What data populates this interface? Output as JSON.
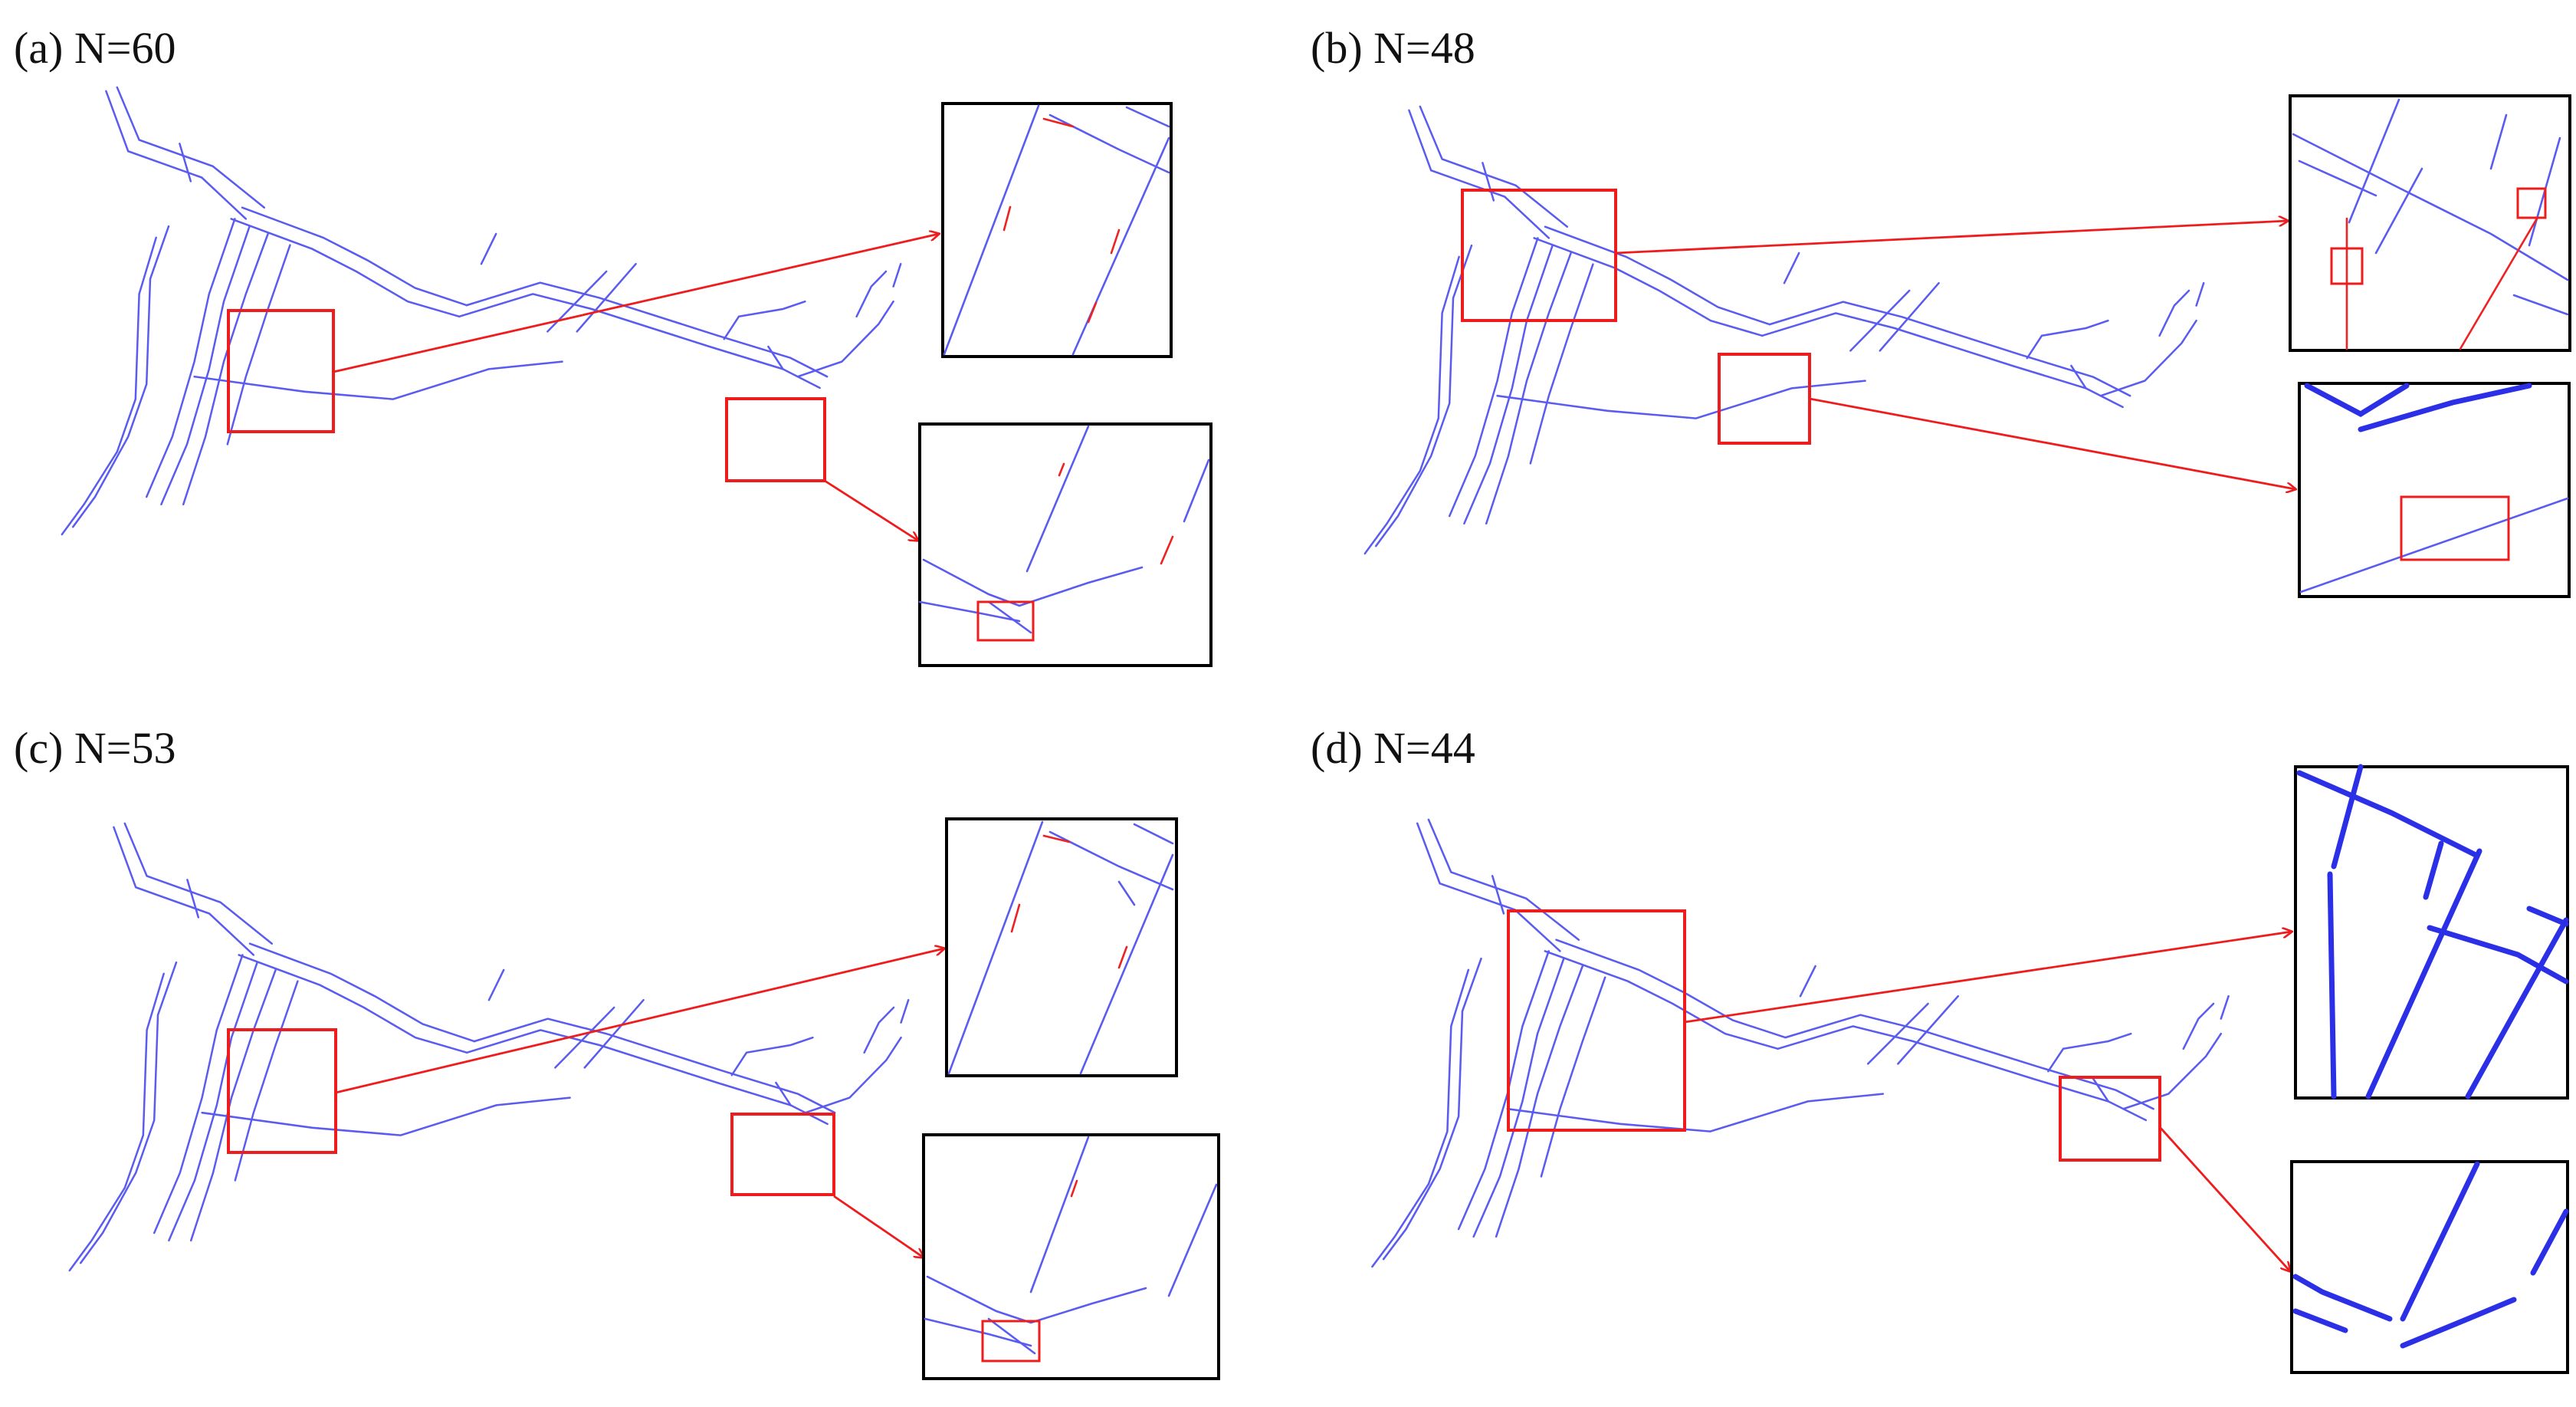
{
  "panels": [
    {
      "id": "a",
      "label": "(a) N=60"
    },
    {
      "id": "b",
      "label": "(b) N=48"
    },
    {
      "id": "c",
      "label": "(c) N=53"
    },
    {
      "id": "d",
      "label": "(d) N=44"
    }
  ],
  "colors": {
    "line_segment": "#5a5cf0",
    "missing_segment": "#ee2222",
    "highlight_box": "#ee1c1c",
    "inset_frame": "#000000"
  }
}
